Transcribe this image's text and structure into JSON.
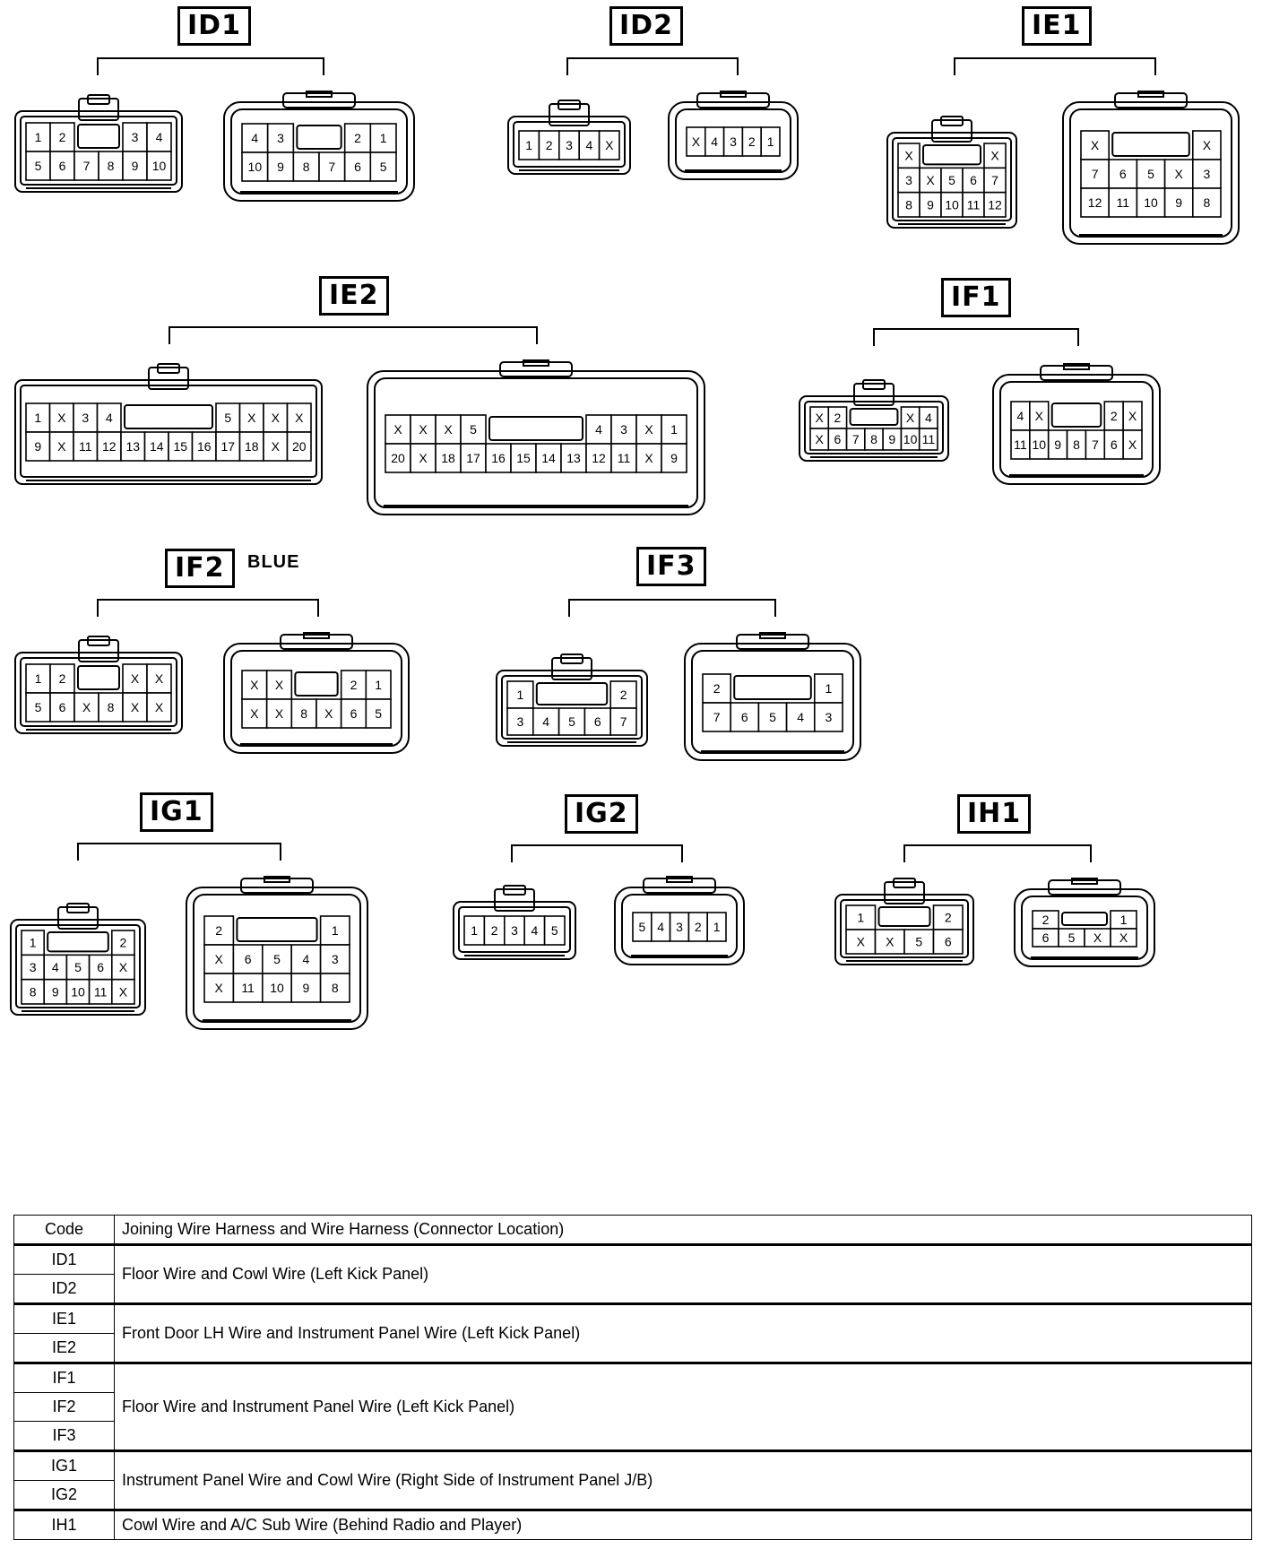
{
  "connectors": [
    {
      "code": "ID1",
      "note": "",
      "left": {
        "rows": [
          [
            "1",
            "2",
            "",
            "",
            "3",
            "4"
          ],
          [
            "5",
            "6",
            "7",
            "8",
            "9",
            "10"
          ]
        ],
        "style": "male"
      },
      "right": {
        "rows": [
          [
            "4",
            "3",
            "",
            "",
            "2",
            "1"
          ],
          [
            "10",
            "9",
            "8",
            "7",
            "6",
            "5"
          ]
        ],
        "style": "female"
      }
    },
    {
      "code": "ID2",
      "note": "",
      "left": {
        "rows": [
          [
            "1",
            "2",
            "3",
            "4",
            "X"
          ]
        ],
        "style": "male"
      },
      "right": {
        "rows": [
          [
            "X",
            "4",
            "3",
            "2",
            "1"
          ]
        ],
        "style": "female"
      }
    },
    {
      "code": "IE1",
      "note": "",
      "left": {
        "rows": [
          [
            "X",
            "",
            "",
            "",
            "X"
          ],
          [
            "3",
            "X",
            "5",
            "6",
            "7"
          ],
          [
            "8",
            "9",
            "10",
            "11",
            "12"
          ]
        ],
        "style": "male"
      },
      "right": {
        "rows": [
          [
            "X",
            "",
            "",
            "",
            "X"
          ],
          [
            "7",
            "6",
            "5",
            "X",
            "3"
          ],
          [
            "12",
            "11",
            "10",
            "9",
            "8"
          ]
        ],
        "style": "female"
      }
    },
    {
      "code": "IE2",
      "note": "",
      "left": {
        "rows": [
          [
            "1",
            "X",
            "3",
            "4",
            "",
            "",
            "",
            "",
            "5",
            "X",
            "X",
            "X"
          ],
          [
            "9",
            "X",
            "11",
            "12",
            "13",
            "14",
            "15",
            "16",
            "17",
            "18",
            "X",
            "20"
          ]
        ],
        "style": "male"
      },
      "right": {
        "rows": [
          [
            "X",
            "X",
            "X",
            "5",
            "",
            "",
            "",
            "",
            "4",
            "3",
            "X",
            "1"
          ],
          [
            "20",
            "X",
            "18",
            "17",
            "16",
            "15",
            "14",
            "13",
            "12",
            "11",
            "X",
            "9"
          ]
        ],
        "style": "female"
      }
    },
    {
      "code": "IF1",
      "note": "",
      "left": {
        "rows": [
          [
            "X",
            "2",
            "",
            "",
            "",
            "X",
            "4"
          ],
          [
            "X",
            "6",
            "7",
            "8",
            "9",
            "10",
            "11"
          ]
        ],
        "style": "male"
      },
      "right": {
        "rows": [
          [
            "4",
            "X",
            "",
            "",
            "",
            "2",
            "X"
          ],
          [
            "11",
            "10",
            "9",
            "8",
            "7",
            "6",
            "X"
          ]
        ],
        "style": "female"
      }
    },
    {
      "code": "IF2",
      "note": "BLUE",
      "left": {
        "rows": [
          [
            "1",
            "2",
            "",
            "",
            "X",
            "X"
          ],
          [
            "5",
            "6",
            "X",
            "8",
            "X",
            "X"
          ]
        ],
        "style": "male"
      },
      "right": {
        "rows": [
          [
            "X",
            "X",
            "",
            "",
            "2",
            "1"
          ],
          [
            "X",
            "X",
            "8",
            "X",
            "6",
            "5"
          ]
        ],
        "style": "female"
      }
    },
    {
      "code": "IF3",
      "note": "",
      "left": {
        "rows": [
          [
            "1",
            "",
            "",
            "",
            "2"
          ],
          [
            "3",
            "4",
            "5",
            "6",
            "7"
          ]
        ],
        "style": "male"
      },
      "right": {
        "rows": [
          [
            "2",
            "",
            "",
            "",
            "1"
          ],
          [
            "7",
            "6",
            "5",
            "4",
            "3"
          ]
        ],
        "style": "female"
      }
    },
    {
      "code": "IG1",
      "note": "",
      "left": {
        "rows": [
          [
            "1",
            "",
            "",
            "",
            "2"
          ],
          [
            "3",
            "4",
            "5",
            "6",
            "X"
          ],
          [
            "8",
            "9",
            "10",
            "11",
            "X"
          ]
        ],
        "style": "male"
      },
      "right": {
        "rows": [
          [
            "2",
            "",
            "",
            "",
            "1"
          ],
          [
            "X",
            "6",
            "5",
            "4",
            "3"
          ],
          [
            "X",
            "11",
            "10",
            "9",
            "8"
          ]
        ],
        "style": "female"
      }
    },
    {
      "code": "IG2",
      "note": "",
      "left": {
        "rows": [
          [
            "1",
            "2",
            "3",
            "4",
            "5"
          ]
        ],
        "style": "male"
      },
      "right": {
        "rows": [
          [
            "5",
            "4",
            "3",
            "2",
            "1"
          ]
        ],
        "style": "female"
      }
    },
    {
      "code": "IH1",
      "note": "",
      "left": {
        "rows": [
          [
            "1",
            "",
            "",
            "2"
          ],
          [
            "X",
            "X",
            "5",
            "6"
          ]
        ],
        "style": "male"
      },
      "right": {
        "rows": [
          [
            "2",
            "",
            "",
            "1"
          ],
          [
            "6",
            "5",
            "X",
            "X"
          ]
        ],
        "style": "female"
      }
    }
  ],
  "legend": {
    "header": {
      "code": "Code",
      "desc": "Joining Wire Harness and Wire Harness (Connector Location)"
    },
    "groups": [
      {
        "codes": [
          "ID1",
          "ID2"
        ],
        "desc": "Floor Wire and Cowl Wire (Left Kick Panel)"
      },
      {
        "codes": [
          "IE1",
          "IE2"
        ],
        "desc": "Front Door LH Wire and Instrument Panel Wire (Left Kick Panel)"
      },
      {
        "codes": [
          "IF1",
          "IF2",
          "IF3"
        ],
        "desc": "Floor Wire and Instrument Panel Wire (Left Kick Panel)"
      },
      {
        "codes": [
          "IG1",
          "IG2"
        ],
        "desc": "Instrument Panel Wire and Cowl Wire (Right Side of Instrument Panel J/B)"
      },
      {
        "codes": [
          "IH1"
        ],
        "desc": "Cowl Wire and A/C Sub Wire (Behind Radio and Player)"
      }
    ]
  }
}
